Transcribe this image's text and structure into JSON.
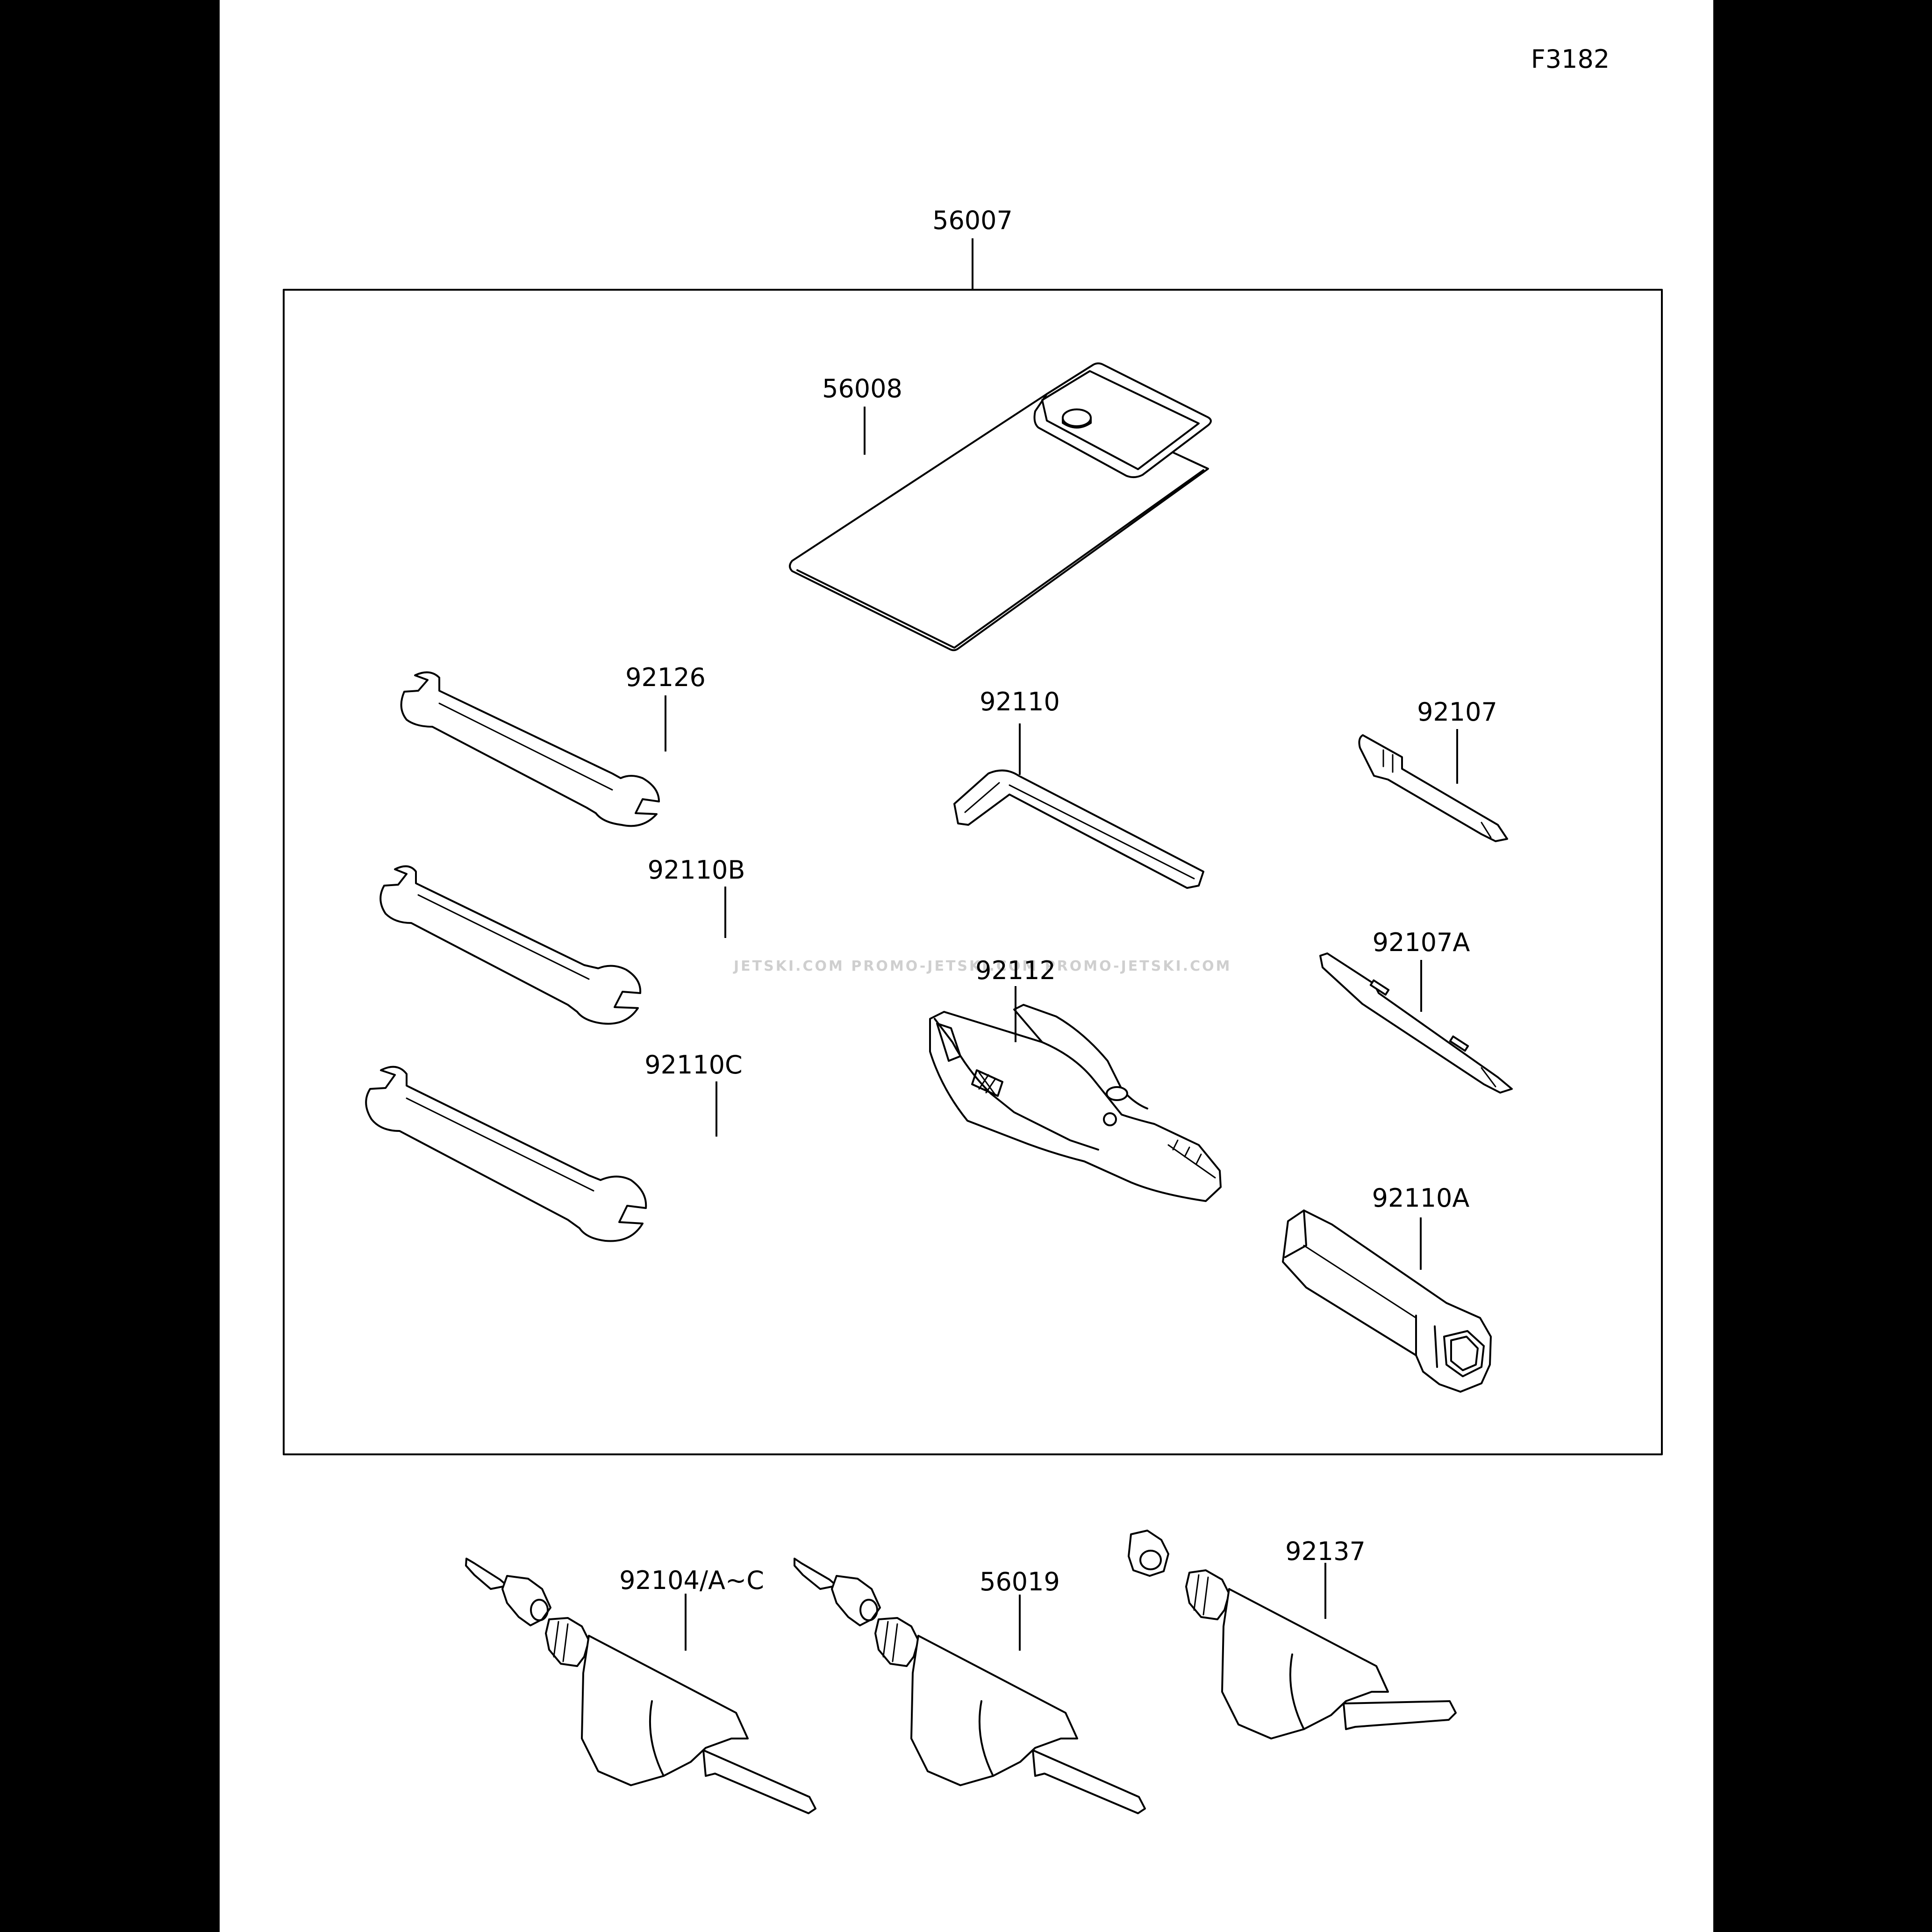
{
  "figure_code": "F3182",
  "watermark": "JETSKI.COM   PROMO-JETSKI.COM  PROMO-JETSKI.COM",
  "parts": {
    "kit": "56007",
    "pouch": "56008",
    "wrench_a": "92126",
    "wrench_b": "92110B",
    "wrench_c": "92110C",
    "hex_key": "92110",
    "screwdriver": "92107",
    "screwdriver_a": "92107A",
    "pliers": "92112",
    "box_wrench": "92110A",
    "tube_1": "92104/A~C",
    "tube_2": "56019",
    "tube_3": "92137"
  }
}
